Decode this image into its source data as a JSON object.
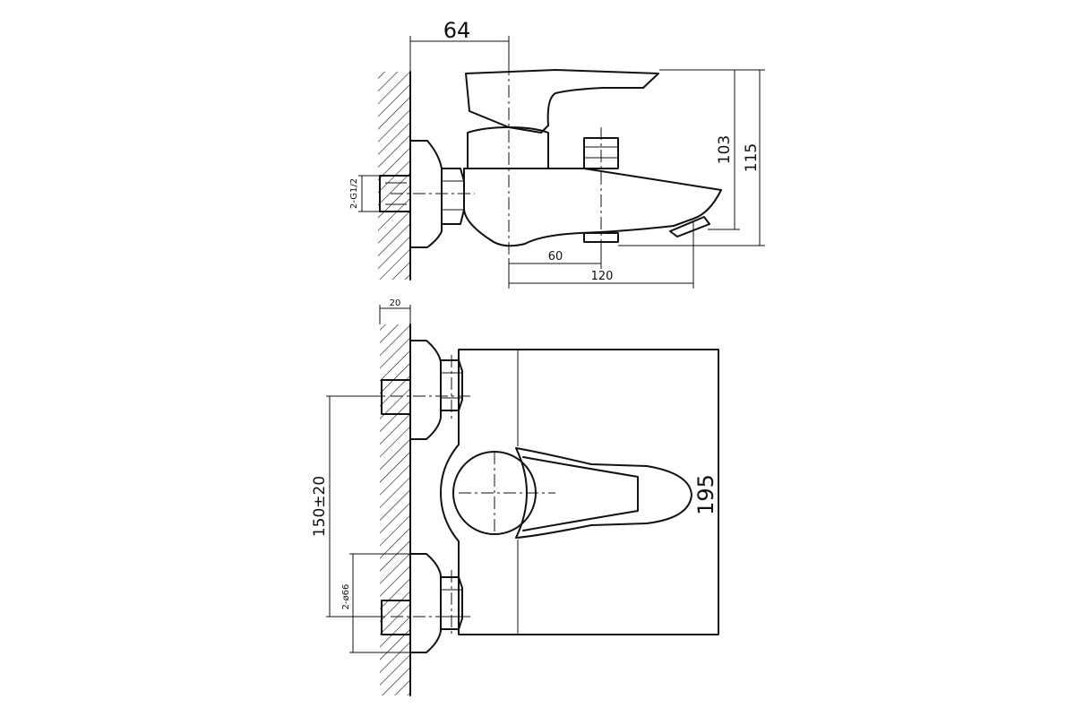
{
  "drawing": {
    "line_color": "#111111",
    "background": "#ffffff",
    "side_view": {
      "dim_depth": "64",
      "dim_handle_height": "103",
      "dim_total_height": "115",
      "dim_spout_short": "60",
      "dim_spout_long": "120",
      "inlet_thread": "2-G1/2"
    },
    "front_view": {
      "dim_wall_offset": "20",
      "dim_inlet_spacing": "150±20",
      "dim_flange": "2-ø66",
      "dim_width": "195"
    }
  }
}
